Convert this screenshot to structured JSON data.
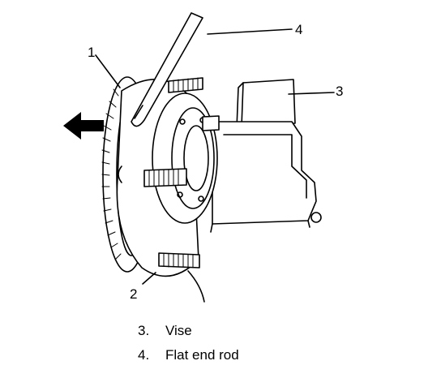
{
  "callouts": {
    "c1": "1",
    "c2": "2",
    "c3": "3",
    "c4": "4"
  },
  "legend": [
    {
      "number": "3.",
      "label": "Vise"
    },
    {
      "number": "4.",
      "label": "Flat end rod"
    }
  ]
}
